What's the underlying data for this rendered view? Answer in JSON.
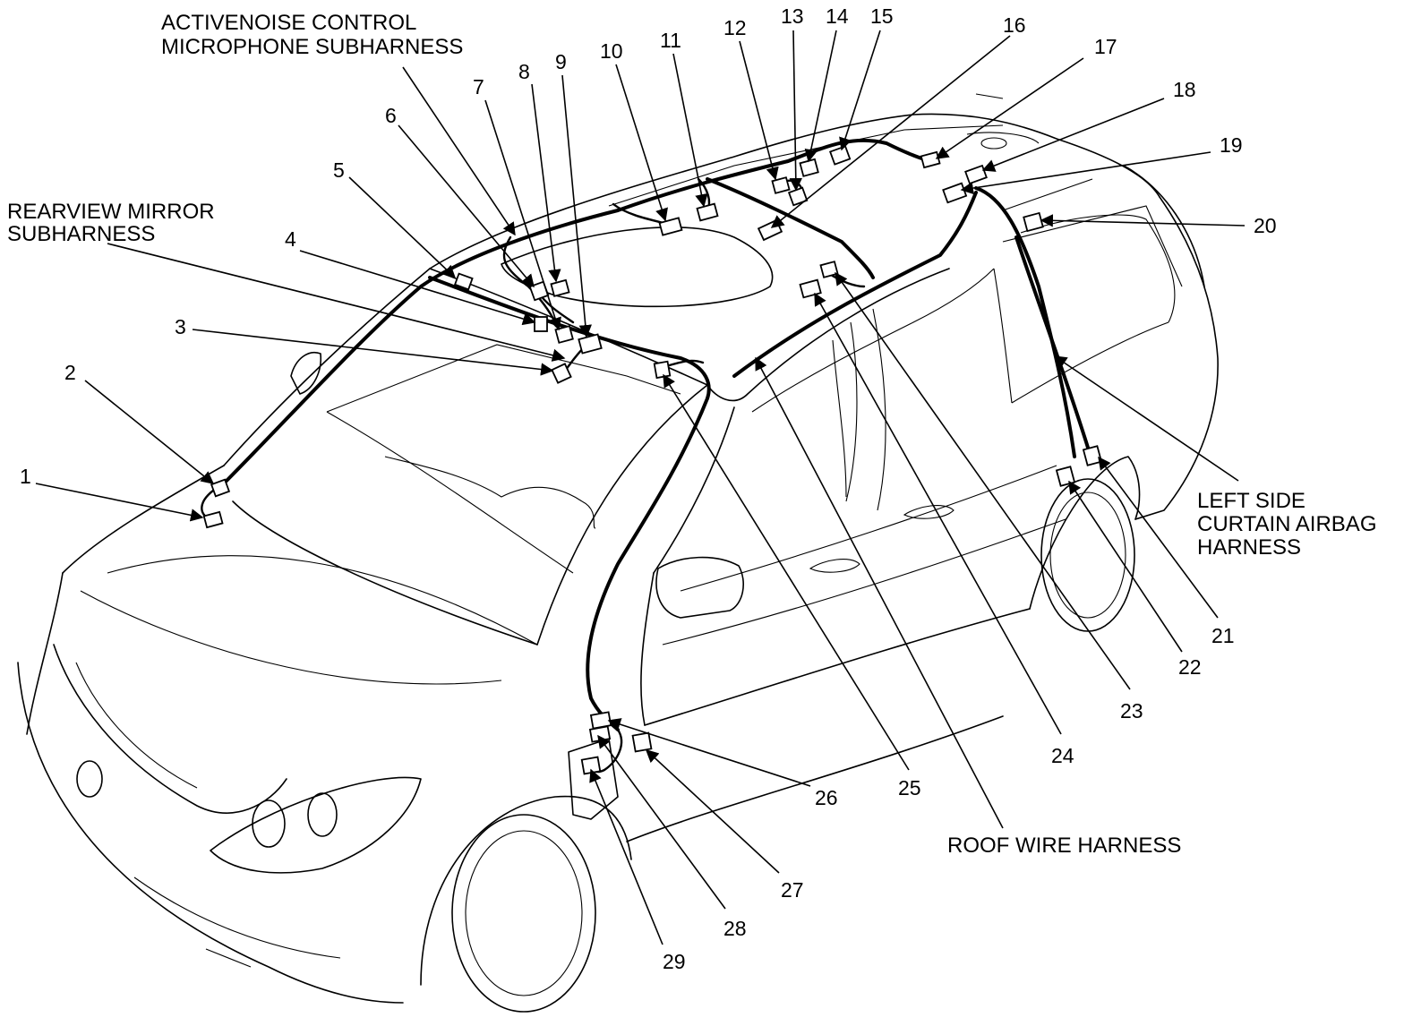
{
  "labels": {
    "anc_line1": "ACTIVENOISE CONTROL",
    "anc_line2": "MICROPHONE SUBHARNESS",
    "mirror_line1": "REARVIEW MIRROR",
    "mirror_line2": "SUBHARNESS",
    "curtain_line1": "LEFT SIDE",
    "curtain_line2": "CURTAIN AIRBAG",
    "curtain_line3": "HARNESS",
    "roof": "ROOF WIRE HARNESS"
  },
  "callouts": [
    "1",
    "2",
    "3",
    "4",
    "5",
    "6",
    "7",
    "8",
    "9",
    "10",
    "11",
    "12",
    "13",
    "14",
    "15",
    "16",
    "17",
    "18",
    "19",
    "20",
    "21",
    "22",
    "23",
    "24",
    "25",
    "26",
    "27",
    "28",
    "29"
  ]
}
